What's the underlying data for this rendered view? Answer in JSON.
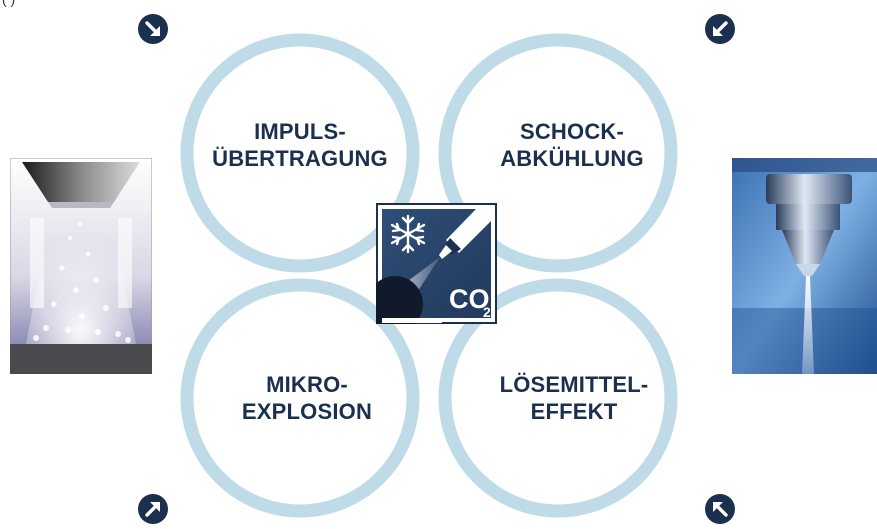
{
  "clipped_top_text": "(                          )",
  "quadrants": {
    "top_left": {
      "line1": "IMPULS-",
      "line2": "ÜBERTRAGUNG"
    },
    "top_right": {
      "line1": "SCHOCK-",
      "line2": "ABKÜHLUNG"
    },
    "bottom_left": {
      "line1": "MIKRO-",
      "line2": "EXPLOSION"
    },
    "bottom_right": {
      "line1": "LÖSEMITTEL-",
      "line2": "EFFEKT"
    }
  },
  "center_icon": {
    "formula": "CO",
    "subscript": "2",
    "icon": "snowflake-nozzle-icon"
  },
  "colors": {
    "ring": "#bfdbe8",
    "text": "#1b2f4e",
    "arrow": "#1b2f4e",
    "center_bg": "#2b4a72"
  }
}
